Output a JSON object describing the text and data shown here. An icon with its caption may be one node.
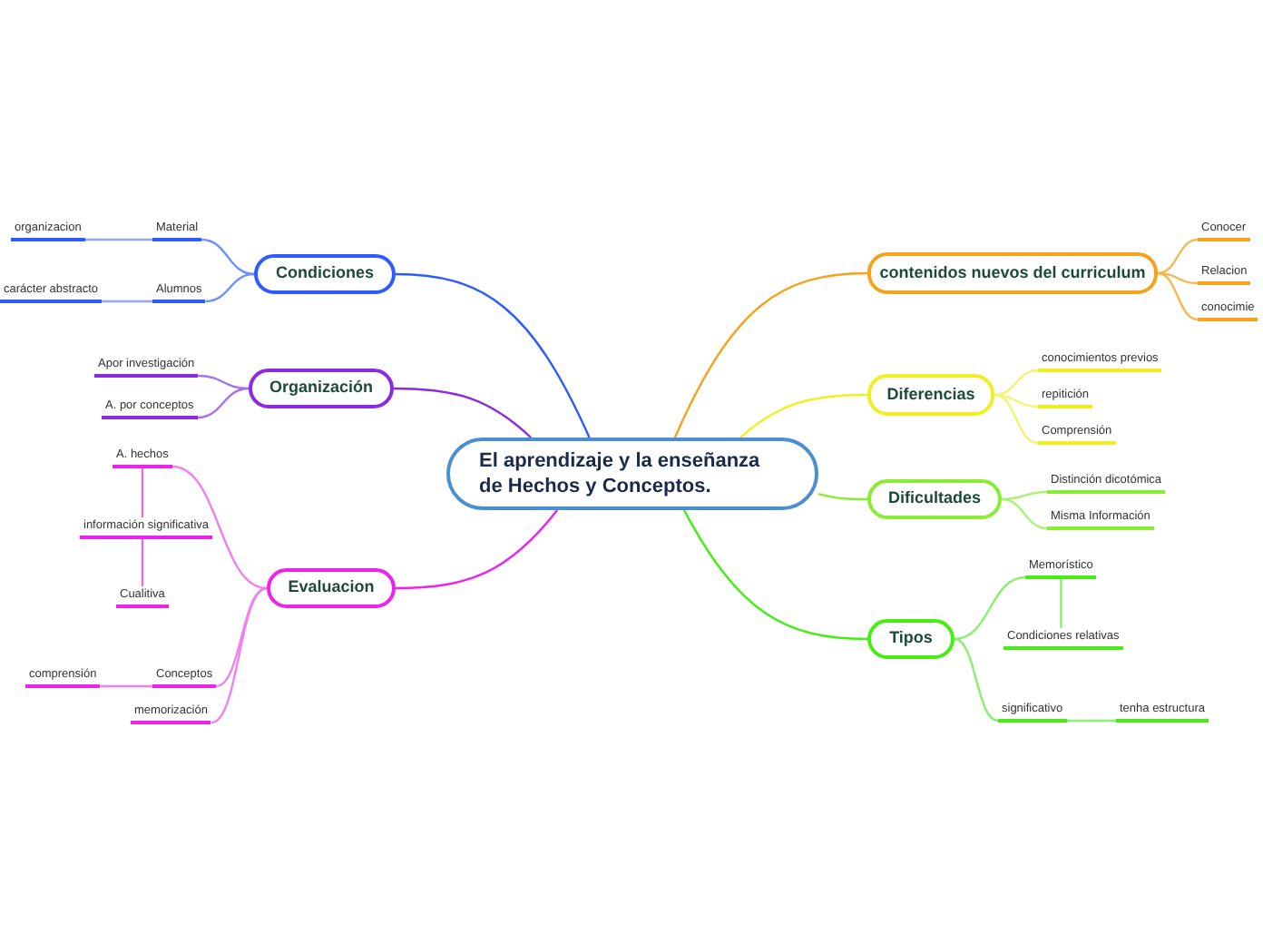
{
  "diagram": {
    "nodes": [
      {
        "text": [
          "El aprendizaje y la enseñanza de Hechos y Conceptos."
        ]
      },
      {
        "text": [
          "Condiciones"
        ]
      },
      {
        "text": [
          "Material"
        ]
      },
      {
        "text": [
          "organizacion"
        ]
      },
      {
        "text": [
          "Alumnos"
        ]
      },
      {
        "text": [
          "carácter abstracto"
        ]
      },
      {
        "text": [
          "Organización"
        ]
      },
      {
        "text": [
          "Apor investigación"
        ]
      },
      {
        "text": [
          "A. por conceptos"
        ]
      },
      {
        "text": [
          "Evaluacion"
        ]
      },
      {
        "text": [
          "A. hechos"
        ]
      },
      {
        "text": [
          "información significativa"
        ]
      },
      {
        "text": [
          "Cualitiva"
        ]
      },
      {
        "text": [
          "Conceptos"
        ]
      },
      {
        "text": [
          "comprensión"
        ]
      },
      {
        "text": [
          "memorización"
        ]
      },
      {
        "text": [
          "contenidos nuevos del curriculum"
        ]
      },
      {
        "text": [
          "Conocer"
        ]
      },
      {
        "text": [
          "Relacion"
        ]
      },
      {
        "text": [
          "conocimie"
        ]
      },
      {
        "text": [
          "Diferencias"
        ]
      },
      {
        "text": [
          "conocimientos previos"
        ]
      },
      {
        "text": [
          "repitición"
        ]
      },
      {
        "text": [
          "Comprensión"
        ]
      },
      {
        "text": [
          "Dificultades"
        ]
      },
      {
        "text": [
          "Distinción dicotómica"
        ]
      },
      {
        "text": [
          "Misma Información"
        ]
      },
      {
        "text": [
          "Tipos"
        ]
      },
      {
        "text": [
          "Memorístico"
        ]
      },
      {
        "text": [
          "Condiciones relativas"
        ]
      },
      {
        "text": [
          "significativo"
        ]
      },
      {
        "text": [
          "tenha estructura"
        ]
      }
    ],
    "edges": [
      {
        "from": 0,
        "to": 1,
        "arrow": "none",
        "color": "#2e5bff"
      },
      {
        "from": 0,
        "to": 6,
        "arrow": "none",
        "color": "#8a2be2"
      },
      {
        "from": 0,
        "to": 9,
        "arrow": "none",
        "color": "#ee22ee"
      },
      {
        "from": 0,
        "to": 16,
        "arrow": "none",
        "color": "#f7a21b"
      },
      {
        "from": 0,
        "to": 20,
        "arrow": "none",
        "color": "#f0f020"
      },
      {
        "from": 0,
        "to": 24,
        "arrow": "none",
        "color": "#88ee33"
      },
      {
        "from": 0,
        "to": 27,
        "arrow": "none",
        "color": "#44ee11"
      },
      {
        "from": 1,
        "to": 2,
        "arrow": "none",
        "color": "#6f8fff"
      },
      {
        "from": 2,
        "to": 3,
        "arrow": "none",
        "color": "#8fa8ff"
      },
      {
        "from": 1,
        "to": 4,
        "arrow": "none",
        "color": "#6f8fff"
      },
      {
        "from": 4,
        "to": 5,
        "arrow": "none",
        "color": "#8fa8ff"
      },
      {
        "from": 6,
        "to": 7,
        "arrow": "none",
        "color": "#a66ff0"
      },
      {
        "from": 6,
        "to": 8,
        "arrow": "none",
        "color": "#a66ff0"
      },
      {
        "from": 9,
        "to": 10,
        "arrow": "none",
        "color": "#f080f0"
      },
      {
        "from": 10,
        "to": 11,
        "arrow": "none",
        "color": "#e070e0"
      },
      {
        "from": 11,
        "to": 12,
        "arrow": "none",
        "color": "#e070e0"
      },
      {
        "from": 9,
        "to": 13,
        "arrow": "none",
        "color": "#f080f0"
      },
      {
        "from": 13,
        "to": 14,
        "arrow": "none",
        "color": "#f080f0"
      },
      {
        "from": 9,
        "to": 15,
        "arrow": "none",
        "color": "#f080f0"
      },
      {
        "from": 16,
        "to": 17,
        "arrow": "none",
        "color": "#f8b850"
      },
      {
        "from": 16,
        "to": 18,
        "arrow": "none",
        "color": "#f8b850"
      },
      {
        "from": 16,
        "to": 19,
        "arrow": "none",
        "color": "#f8b850"
      },
      {
        "from": 20,
        "to": 21,
        "arrow": "none",
        "color": "#f4f470"
      },
      {
        "from": 20,
        "to": 22,
        "arrow": "none",
        "color": "#f4f470"
      },
      {
        "from": 20,
        "to": 23,
        "arrow": "none",
        "color": "#f4f470"
      },
      {
        "from": 24,
        "to": 25,
        "arrow": "none",
        "color": "#aef07a"
      },
      {
        "from": 24,
        "to": 26,
        "arrow": "none",
        "color": "#aef07a"
      },
      {
        "from": 27,
        "to": 28,
        "arrow": "none",
        "color": "#88f070"
      },
      {
        "from": 28,
        "to": 29,
        "arrow": "none",
        "color": "#88f070"
      },
      {
        "from": 27,
        "to": 30,
        "arrow": "none",
        "color": "#88f070"
      },
      {
        "from": 30,
        "to": 31,
        "arrow": "none",
        "color": "#88f070"
      }
    ]
  }
}
